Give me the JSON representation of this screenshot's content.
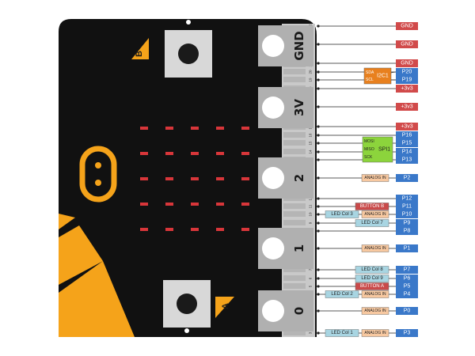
{
  "board": {
    "colors": {
      "board": "#111111",
      "accent": "#f5a31a",
      "gold": "#c9c9c9",
      "led": "#d8363a"
    },
    "button_a_label": "A",
    "button_b_label": "B",
    "edge_pin_numbers": [
      "22",
      "21",
      "20",
      "19",
      "18",
      "17",
      "16",
      "15",
      "14",
      "13",
      "12",
      "11",
      "10",
      "9",
      "8",
      "7",
      "6",
      "5",
      "4",
      "3"
    ],
    "big_pads": [
      {
        "label": "GND"
      },
      {
        "label": "3V"
      },
      {
        "label": "2"
      },
      {
        "label": "1"
      },
      {
        "label": "0"
      }
    ]
  },
  "pin_rows": [
    {
      "pin": "GND",
      "type": "power",
      "extras": []
    },
    {
      "pin": "GND",
      "type": "power",
      "extras": []
    },
    {
      "pin": "GND",
      "type": "power",
      "extras": []
    },
    {
      "pin": "P20",
      "type": "io",
      "extras": []
    },
    {
      "pin": "P19",
      "type": "io",
      "extras": []
    },
    {
      "pin": "+3v3",
      "type": "power",
      "extras": []
    },
    {
      "pin": "+3v3",
      "type": "power",
      "extras": []
    },
    {
      "pin": "+3v3",
      "type": "power",
      "extras": []
    },
    {
      "pin": "P16",
      "type": "io",
      "extras": []
    },
    {
      "pin": "P15",
      "type": "io",
      "extras": []
    },
    {
      "pin": "P14",
      "type": "io",
      "extras": []
    },
    {
      "pin": "P13",
      "type": "io",
      "extras": []
    },
    {
      "pin": "P2",
      "type": "io",
      "extras": [
        {
          "text": "ANALOG IN",
          "kind": "analog"
        }
      ]
    },
    {
      "pin": "P12",
      "type": "io",
      "extras": []
    },
    {
      "pin": "P11",
      "type": "io",
      "extras": [
        {
          "text": "BUTTON B",
          "kind": "button"
        }
      ]
    },
    {
      "pin": "P10",
      "type": "io",
      "extras": [
        {
          "text": "LED Col 3",
          "kind": "led"
        },
        {
          "text": "ANALOG IN",
          "kind": "analog"
        }
      ]
    },
    {
      "pin": "P9",
      "type": "io",
      "extras": [
        {
          "text": "LED Col 7",
          "kind": "led"
        }
      ]
    },
    {
      "pin": "P8",
      "type": "io",
      "extras": []
    },
    {
      "pin": "P1",
      "type": "io",
      "extras": [
        {
          "text": "ANALOG IN",
          "kind": "analog"
        }
      ]
    },
    {
      "pin": "P7",
      "type": "io",
      "extras": [
        {
          "text": "LED Col 8",
          "kind": "led"
        }
      ]
    },
    {
      "pin": "P6",
      "type": "io",
      "extras": [
        {
          "text": "LED Col 9",
          "kind": "led"
        }
      ]
    },
    {
      "pin": "P5",
      "type": "io",
      "extras": [
        {
          "text": "BUTTON A",
          "kind": "button"
        }
      ]
    },
    {
      "pin": "P4",
      "type": "io",
      "extras": [
        {
          "text": "LED Col 2",
          "kind": "led"
        },
        {
          "text": "ANALOG IN",
          "kind": "analog"
        }
      ]
    },
    {
      "pin": "P0",
      "type": "io",
      "extras": [
        {
          "text": "ANALOG IN",
          "kind": "analog"
        }
      ]
    },
    {
      "pin": "P3",
      "type": "io",
      "extras": [
        {
          "text": "LED Col 1",
          "kind": "led"
        },
        {
          "text": "ANALOG IN",
          "kind": "analog"
        }
      ]
    }
  ],
  "buses": [
    {
      "name": "I2C1",
      "signals": [
        "SDA",
        "SCL"
      ],
      "kind": "i2c"
    },
    {
      "name": "SPI1",
      "signals": [
        "MOSI",
        "MISO",
        "SCK"
      ],
      "kind": "spi"
    }
  ],
  "legend_colors": {
    "power": "#d14a4a",
    "io": "#3a78c9",
    "analog": "#f7c8a0",
    "led": "#a8d5e2",
    "button": "#c94a4a",
    "i2c": "#e8801e",
    "spi": "#8cd43c"
  }
}
